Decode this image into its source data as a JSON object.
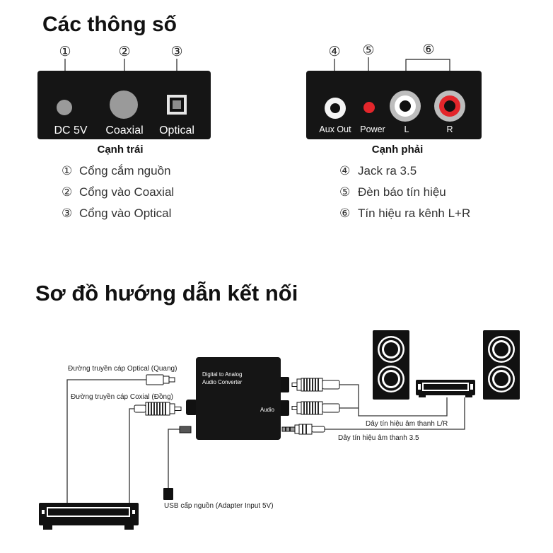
{
  "specs": {
    "title": "Các thông số",
    "left": {
      "markers": [
        "①",
        "②",
        "③"
      ],
      "ports": [
        "DC 5V",
        "Coaxial",
        "Optical"
      ],
      "caption": "Cạnh trái",
      "legend": [
        {
          "marker": "①",
          "text": "Cổng cắm nguồn"
        },
        {
          "marker": "②",
          "text": "Cổng vào Coaxial"
        },
        {
          "marker": "③",
          "text": "Cổng vào Optical"
        }
      ]
    },
    "right": {
      "markers": [
        "④",
        "⑤",
        "⑥"
      ],
      "ports": [
        "Aux Out",
        "Power",
        "L",
        "R"
      ],
      "caption": "Cạnh phải",
      "legend": [
        {
          "marker": "④",
          "text": "Jack ra 3.5"
        },
        {
          "marker": "⑤",
          "text": "Đèn báo tín hiệu"
        },
        {
          "marker": "⑥",
          "text": "Tín hiệu ra kênh L+R"
        }
      ]
    }
  },
  "wiring": {
    "title": "Sơ đồ hướng dẫn kết nối",
    "converter": {
      "name_line1": "Digital to Analog",
      "name_line2": "Audio Converter",
      "output_label": "Audio"
    },
    "cables": {
      "optical": "Đường truyền cáp Optical (Quang)",
      "coaxial": "Đường truyền cáp Coxial (Đồng)",
      "lr_signal": "Dây tín hiệu âm thanh L/R",
      "aux_signal": "Dây tín hiệu âm thanh 3.5",
      "usb_power": "USB cấp nguồn (Adapter Input 5V)"
    }
  },
  "icons": {
    "source": "dvd-player-icon",
    "amplifier": "amplifier-icon",
    "speaker": "speaker-icon",
    "converter": "converter-box-icon"
  },
  "colors": {
    "panel": "#151515",
    "port_grey": "#9a9a9a",
    "power_led": "#e3262b",
    "jack_red": "#e3262b"
  }
}
